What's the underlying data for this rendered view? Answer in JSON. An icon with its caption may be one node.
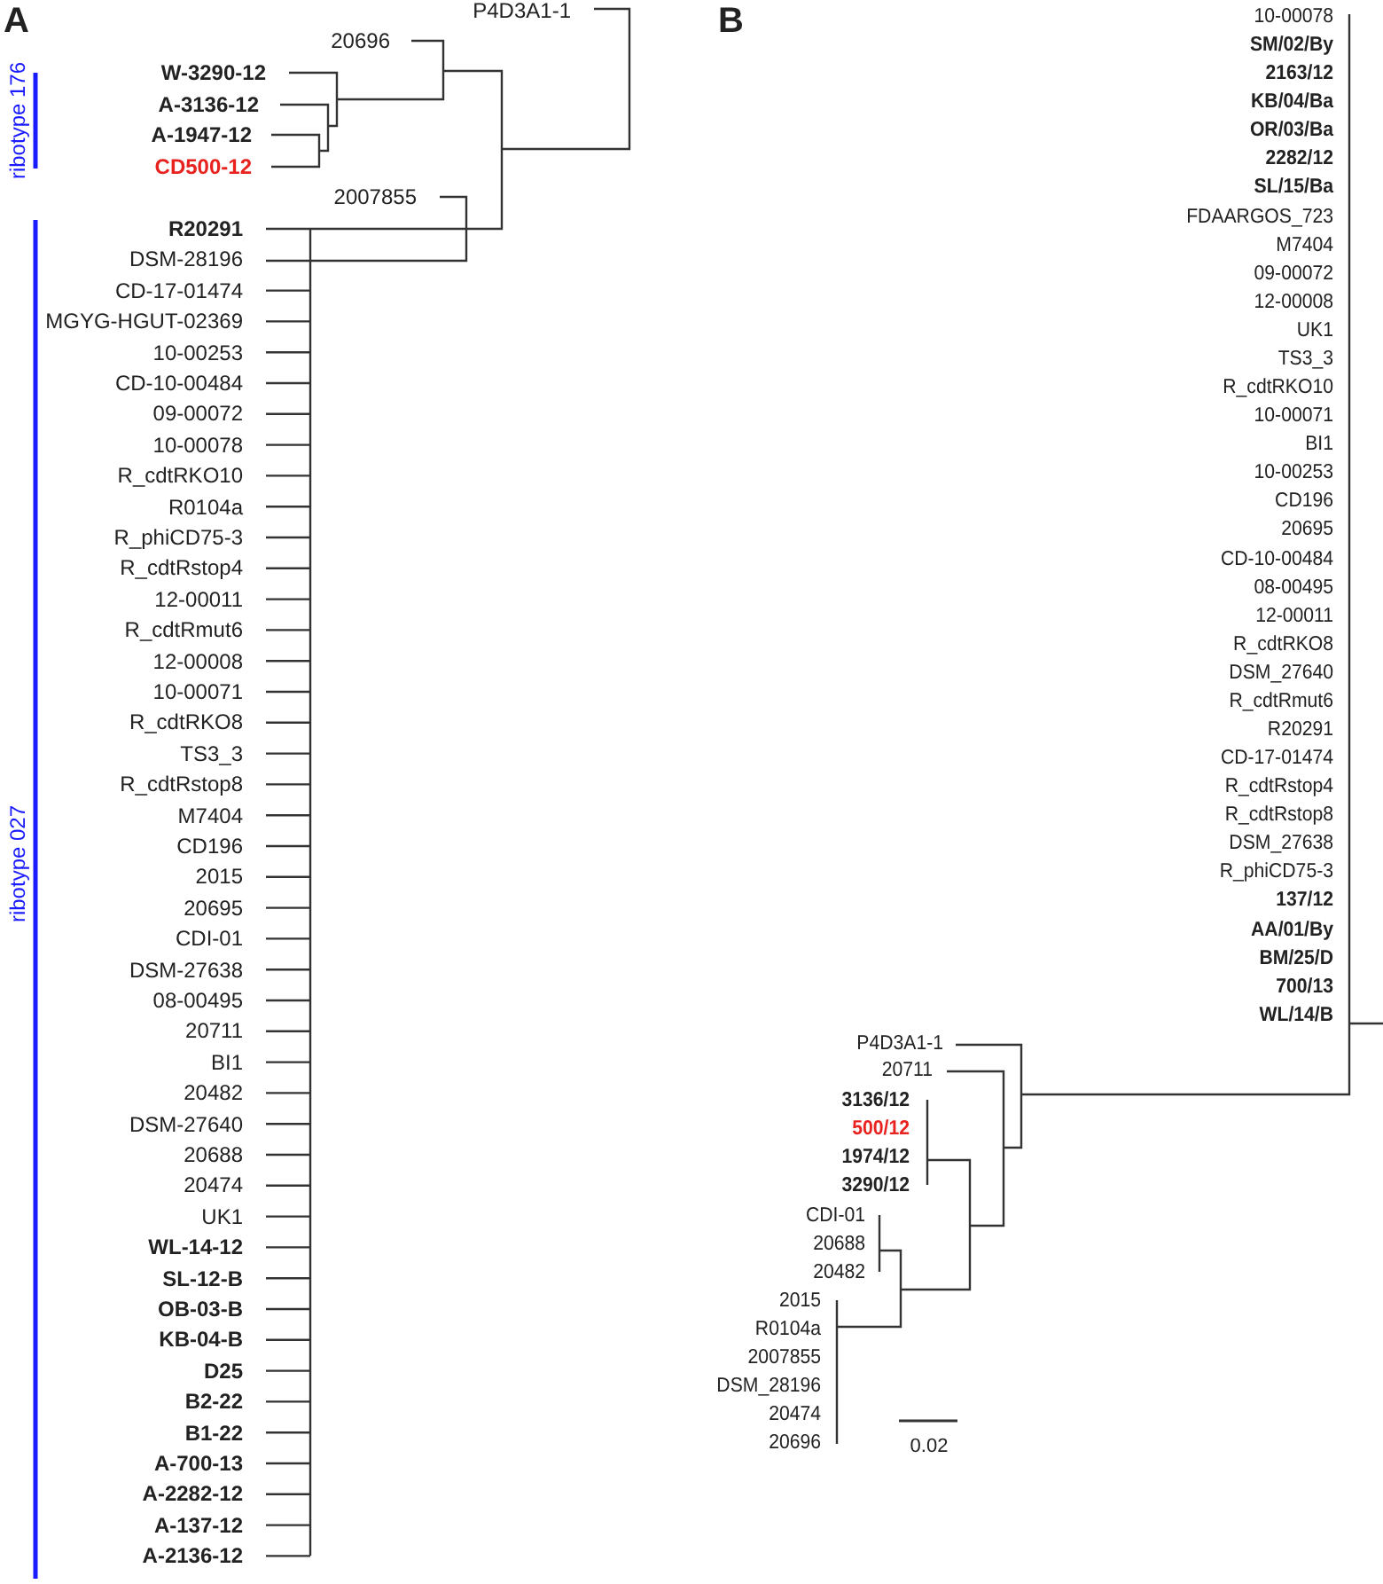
{
  "diagram": {
    "labels": [
      "A",
      "ribotype 176",
      "ribotype 027",
      "P4D3A1-1",
      "20696",
      "W-3290-12",
      "A-3136-12",
      "A-1947-12",
      "CD500-12",
      "2007855",
      "R20291",
      "DSM-28196",
      "CD-17-01474",
      "MGYG-HGUT-02369",
      "10-00253",
      "CD-10-00484",
      "09-00072",
      "10-00078",
      "R_cdtRKO10",
      "R0104a",
      "R_phiCD75-3",
      "R_cdtRstop4",
      "12-00011",
      "R_cdtRmut6",
      "12-00008",
      "10-00071",
      "R_cdtRKO8",
      "TS3_3",
      "R_cdtRstop8",
      "M7404",
      "CD196",
      "2015",
      "20695",
      "CDI-01",
      "DSM-27638",
      "08-00495",
      "20711",
      "BI1",
      "20482",
      "DSM-27640",
      "20688",
      "20474",
      "UK1",
      "WL-14-12",
      "SL-12-B",
      "OB-03-B",
      "KB-04-B",
      "D25",
      "B2-22",
      "B1-22",
      "A-700-13",
      "A-2282-12",
      "A-137-12",
      "A-2136-12",
      "B",
      "10-00078",
      "SM/02/By",
      "2163/12",
      "KB/04/Ba",
      "OR/03/Ba",
      "2282/12",
      "SL/15/Ba",
      "FDAARGOS_723",
      "M7404",
      "09-00072",
      "12-00008",
      "UK1",
      "TS3_3",
      "R_cdtRKO10",
      "10-00071",
      "BI1",
      "10-00253",
      "CD196",
      "20695",
      "CD-10-00484",
      "08-00495",
      "12-00011",
      "R_cdtRKO8",
      "DSM_27640",
      "R_cdtRmut6",
      "R20291",
      "CD-17-01474",
      "R_cdtRstop4",
      "R_cdtRstop8",
      "DSM_27638",
      "R_phiCD75-3",
      "137/12",
      "AA/01/By",
      "BM/25/D",
      "700/13",
      "WL/14/B",
      "P4D3A1-1",
      "20711",
      "3136/12",
      "500/12",
      "1974/12",
      "3290/12",
      "CDI-01",
      "20688",
      "20482",
      "2015",
      "R0104a",
      "2007855",
      "DSM_28196",
      "20474",
      "20696",
      "0.02"
    ]
  }
}
